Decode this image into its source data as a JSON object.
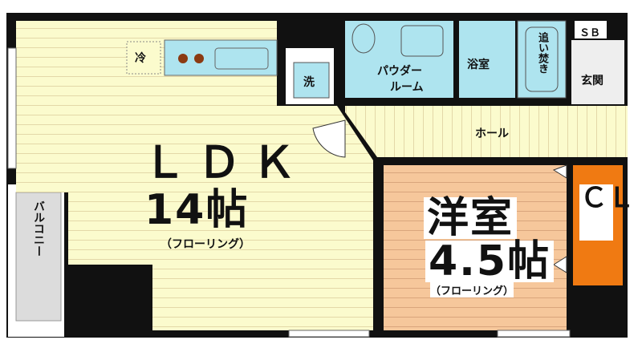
{
  "rooms": {
    "ldk": {
      "name": "ＬＤＫ",
      "size": "14帖",
      "floor": "（フローリング）"
    },
    "western": {
      "name": "洋室",
      "size": "4.5帖",
      "floor": "（フローリング）"
    },
    "closet": {
      "name": "ＣＬ"
    },
    "hall": {
      "name": "ホール"
    },
    "powder": {
      "line1": "パウダー",
      "line2": "ルーム"
    },
    "bath": {
      "name": "浴室"
    },
    "reheat": {
      "name": "追い焚き"
    },
    "entrance": {
      "name": "玄関"
    },
    "shoebox": {
      "name": "ＳＢ"
    },
    "balcony": {
      "name": "バルコニー"
    }
  },
  "fixtures": {
    "fridge": "冷",
    "washer": "洗"
  },
  "colors": {
    "wall": "#111111",
    "ldk_floor": "#fbfbcd",
    "hall_floor": "#fbfbcd",
    "western_floor": "#f6c79b",
    "wet_area": "#aee4ef",
    "closet": "#f07a12",
    "balcony": "#dcdcdc",
    "entrance": "#eeeeee"
  }
}
